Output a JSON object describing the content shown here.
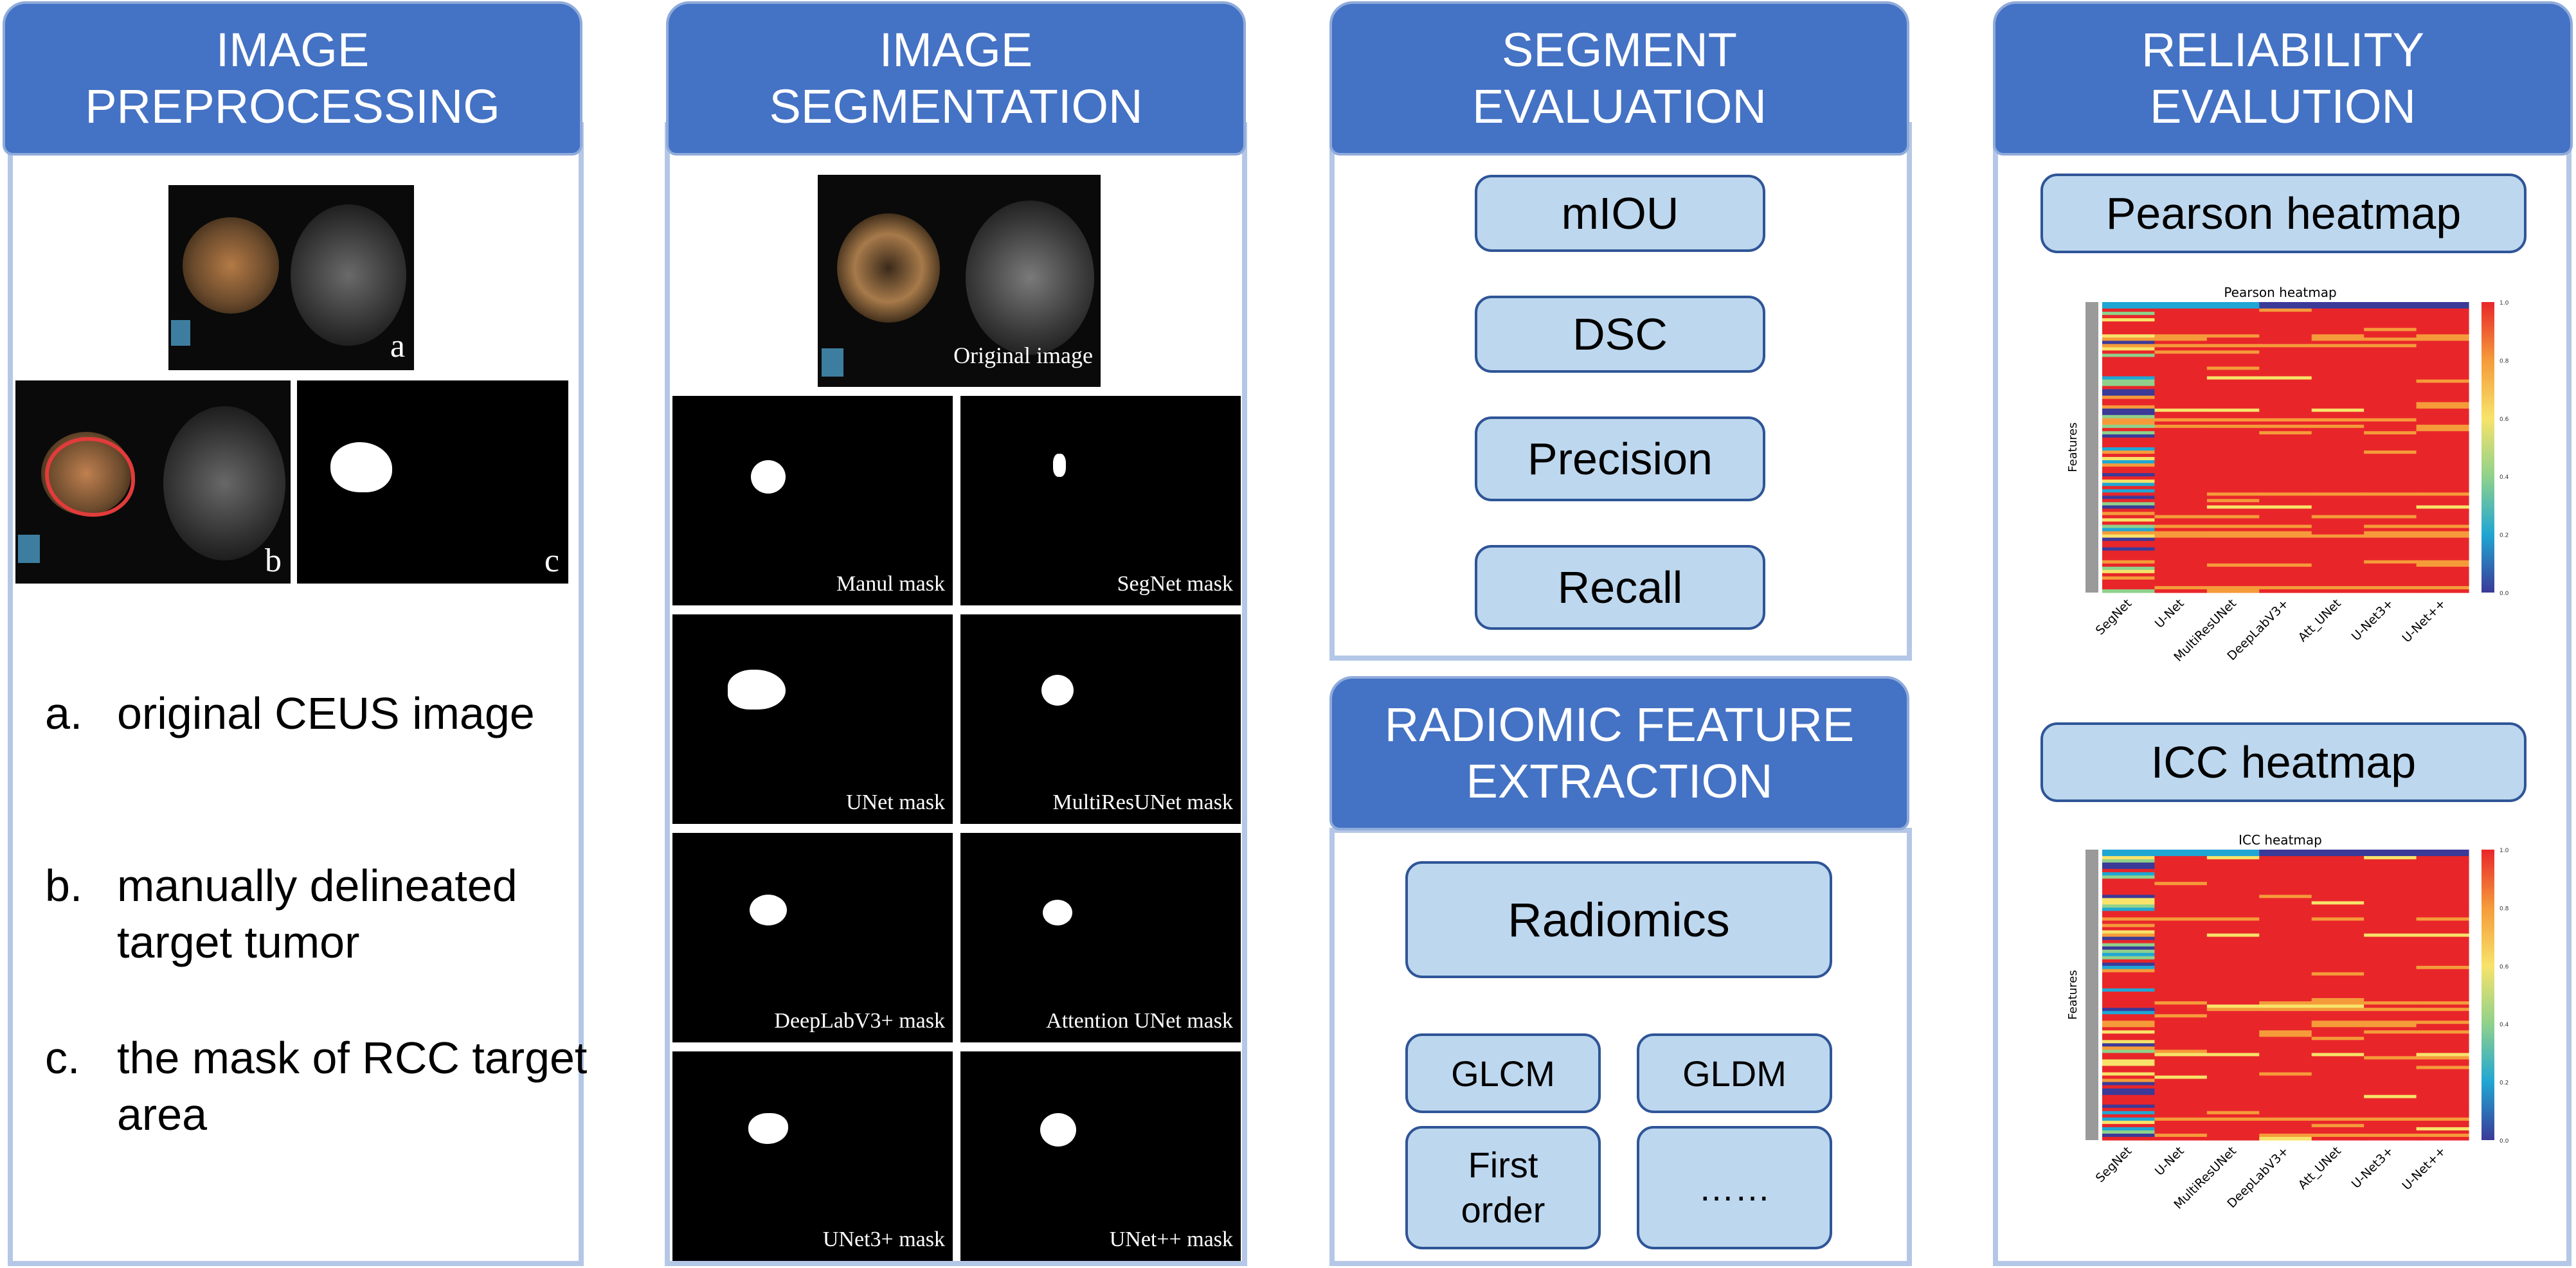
{
  "columns": {
    "preprocessing": {
      "title_l1": "IMAGE",
      "title_l2": "PREPROCESSING",
      "img_labels": [
        "a",
        "b",
        "c"
      ],
      "legend": [
        {
          "key": "a.",
          "text": "original CEUS image"
        },
        {
          "key": "b.",
          "text": "manually delineated target tumor"
        },
        {
          "key": "c.",
          "text": "the mask of RCC target area"
        }
      ]
    },
    "segmentation": {
      "title_l1": "IMAGE",
      "title_l2": "SEGMENTATION",
      "original_label": "Original image",
      "masks": [
        "Manul mask",
        "SegNet mask",
        "UNet mask",
        "MultiResUNet mask",
        "DeepLabV3+  mask",
        "Attention UNet mask",
        "UNet3+ mask",
        "UNet++ mask"
      ]
    },
    "evaluation": {
      "title_l1": "SEGMENT",
      "title_l2": "EVALUATION",
      "metrics": [
        "mIOU",
        "DSC",
        "Precision",
        "Recall"
      ]
    },
    "radiomic": {
      "title_l1": "RADIOMIC FEATURE",
      "title_l2": "EXTRACTION",
      "main": "Radiomics",
      "features": [
        "GLCM",
        "GLDM",
        "First order",
        "……"
      ]
    },
    "reliability": {
      "title_l1": "RELIABILITY",
      "title_l2": "EVALUTION",
      "heatmaps": [
        {
          "button": "Pearson heatmap",
          "chart_title": "Pearson heatmap"
        },
        {
          "button": "ICC heatmap",
          "chart_title": "ICC heatmap"
        }
      ]
    }
  },
  "chart_data": [
    {
      "type": "heatmap",
      "title": "Pearson heatmap",
      "ylabel": "Features",
      "categories": [
        "SegNet",
        "U-Net",
        "MultiResUNet",
        "DeepLabV3+",
        "Att_UNet",
        "U-Net3+",
        "U-Net++"
      ],
      "colorbar_ticks": [
        "0.0",
        "0.2",
        "0.4",
        "0.6",
        "0.8",
        "1.0"
      ],
      "colormap": [
        "#3b3a98",
        "#20a6d3",
        "#8fd18b",
        "#f7e36a",
        "#f59b3a",
        "#e8262a"
      ]
    },
    {
      "type": "heatmap",
      "title": "ICC heatmap",
      "ylabel": "Features",
      "categories": [
        "SegNet",
        "U-Net",
        "MultiResUNet",
        "DeepLabV3+",
        "Att_UNet",
        "U-Net3+",
        "U-Net++"
      ],
      "colorbar_ticks": [
        "0.0",
        "0.2",
        "0.4",
        "0.6",
        "0.8",
        "1.0"
      ],
      "colormap": [
        "#3b3a98",
        "#20a6d3",
        "#8fd18b",
        "#f7e36a",
        "#f59b3a",
        "#e8262a"
      ]
    }
  ]
}
